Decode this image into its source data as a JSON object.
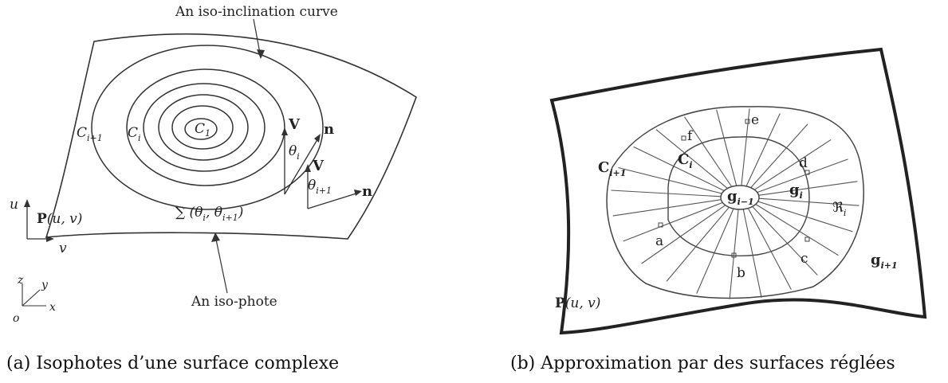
{
  "figure_a": {
    "top_callout": "An iso-inclination curve",
    "bottom_callout": "An iso-phote",
    "curves": {
      "c1": "C",
      "c1_sub": "1",
      "ci": "C",
      "ci_sub": "i",
      "ci1": "C",
      "ci1_sub": "i+1"
    },
    "vectors": {
      "v": "V",
      "n": "n",
      "theta": "θ",
      "theta_i_sub": "i",
      "theta_i1_sub": "i+1"
    },
    "sum_label": "∑ (θ",
    "sum_label_mid": ", θ",
    "sum_label_end": ")",
    "sum_sub_i": "i",
    "sum_sub_i1": "i+1",
    "surface": {
      "P": "P",
      "param": "(u, v)"
    },
    "axes": {
      "u": "u",
      "v": "v"
    },
    "frame": {
      "x": "x",
      "y": "y",
      "z": "z",
      "o": "o"
    },
    "caption": "(a) Isophotes d’une surface complexe"
  },
  "figure_b": {
    "labels": {
      "a": "a",
      "b": "b",
      "c": "c",
      "d": "d",
      "e": "e",
      "f": "f"
    },
    "Ci": "C",
    "Ci_sub": "i",
    "Ci1": "C",
    "Ci1_sub": "i+1",
    "gi_minus": "g",
    "gi_minus_sub": "i−1",
    "gi": "g",
    "gi_sub": "i",
    "gi1": "g",
    "gi1_sub": "i+1",
    "Ri": "ℜ",
    "Ri_sub": "i",
    "surface": {
      "P": "P",
      "param": "(u, v)"
    },
    "caption": "(b) Approximation par des surfaces réglées"
  }
}
